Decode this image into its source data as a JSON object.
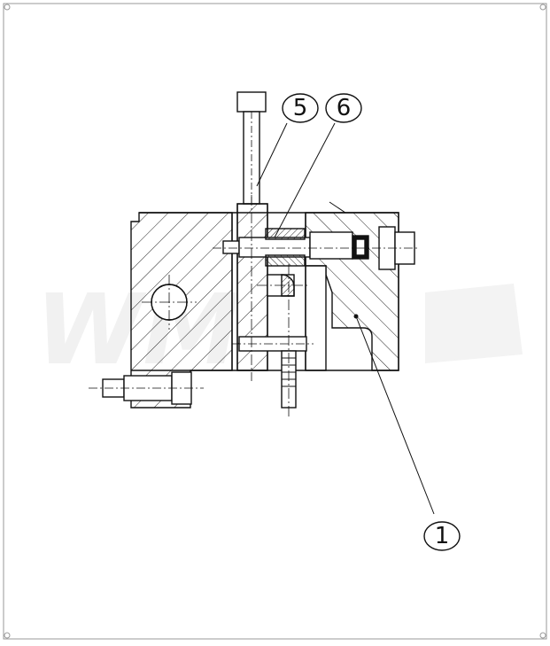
{
  "drawing": {
    "watermark": "WM",
    "callouts": [
      {
        "label": "5"
      },
      {
        "label": "6"
      },
      {
        "label": "1"
      }
    ]
  }
}
